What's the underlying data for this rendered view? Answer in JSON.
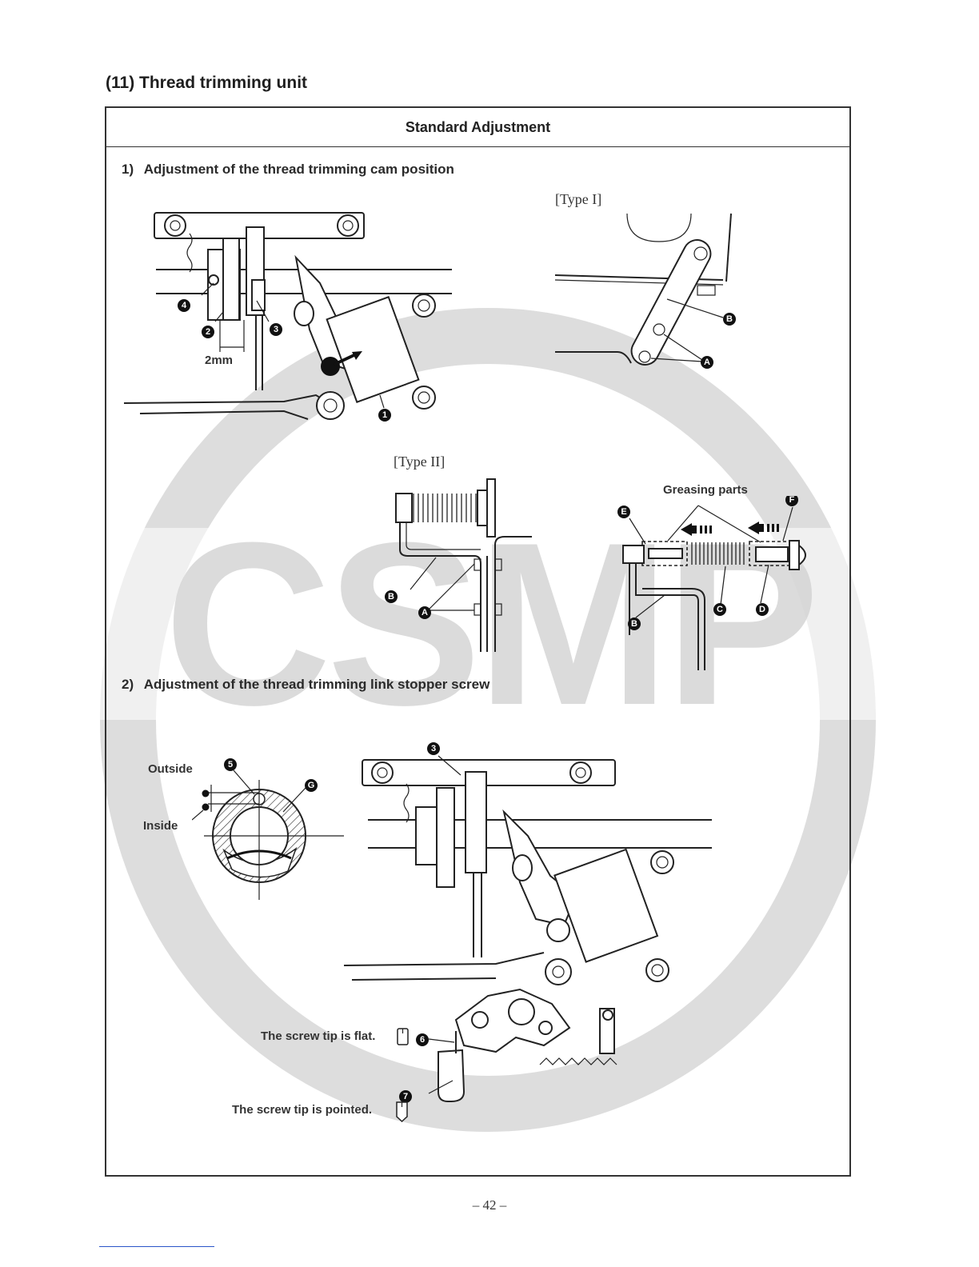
{
  "section": {
    "title": "(11) Thread trimming unit"
  },
  "table": {
    "header": "Standard Adjustment"
  },
  "step1": {
    "title": "1)  Adjustment of the thread trimming cam position",
    "dimension": "2mm",
    "callouts": [
      "1",
      "2",
      "3",
      "4"
    ],
    "type1": {
      "label": "[Type I]",
      "letters": [
        "B",
        "A"
      ]
    },
    "type2": {
      "label": "[Type II]",
      "letters": [
        "B",
        "A"
      ]
    },
    "greasing": {
      "label": "Greasing parts",
      "letters": [
        "E",
        "F",
        "C",
        "D",
        "B"
      ]
    }
  },
  "step2": {
    "title": "2)  Adjustment of the thread trimming link stopper screw",
    "outside": "Outside",
    "inside": "Inside",
    "callouts": [
      "5",
      "G",
      "3",
      "6",
      "7"
    ],
    "flat_tip": "The screw tip is flat.",
    "pointed_tip": "The screw tip is pointed."
  },
  "page_number": "– 42 –",
  "watermark": "CSMP"
}
